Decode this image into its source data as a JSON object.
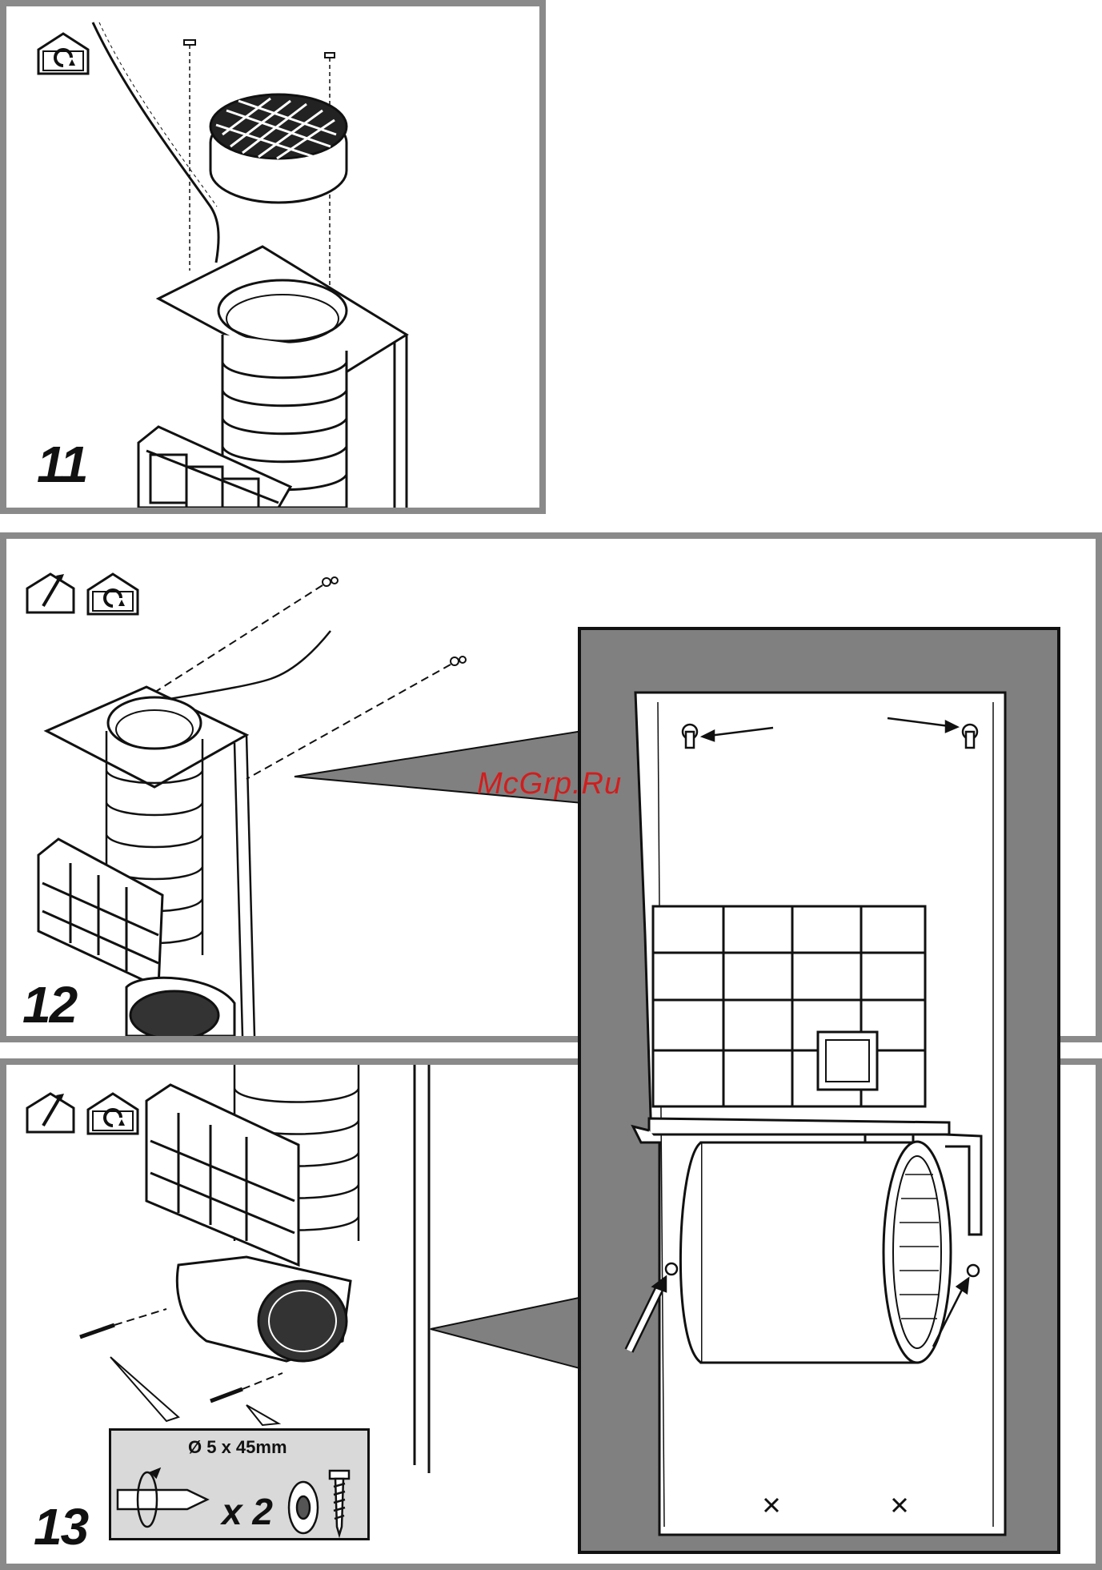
{
  "steps": [
    {
      "number": "11"
    },
    {
      "number": "12"
    },
    {
      "number": "13"
    }
  ],
  "watermark": "McGrp.Ru",
  "screw_spec": {
    "size": "Ø 5 x 45mm",
    "quantity": "x 2"
  },
  "icons": {
    "recirculation": "house-recirculation-icon",
    "extraction": "house-extraction-icon"
  },
  "colors": {
    "panel_border": "#8a8a8a",
    "detail_background": "#808080",
    "watermark": "#d21d1d"
  }
}
